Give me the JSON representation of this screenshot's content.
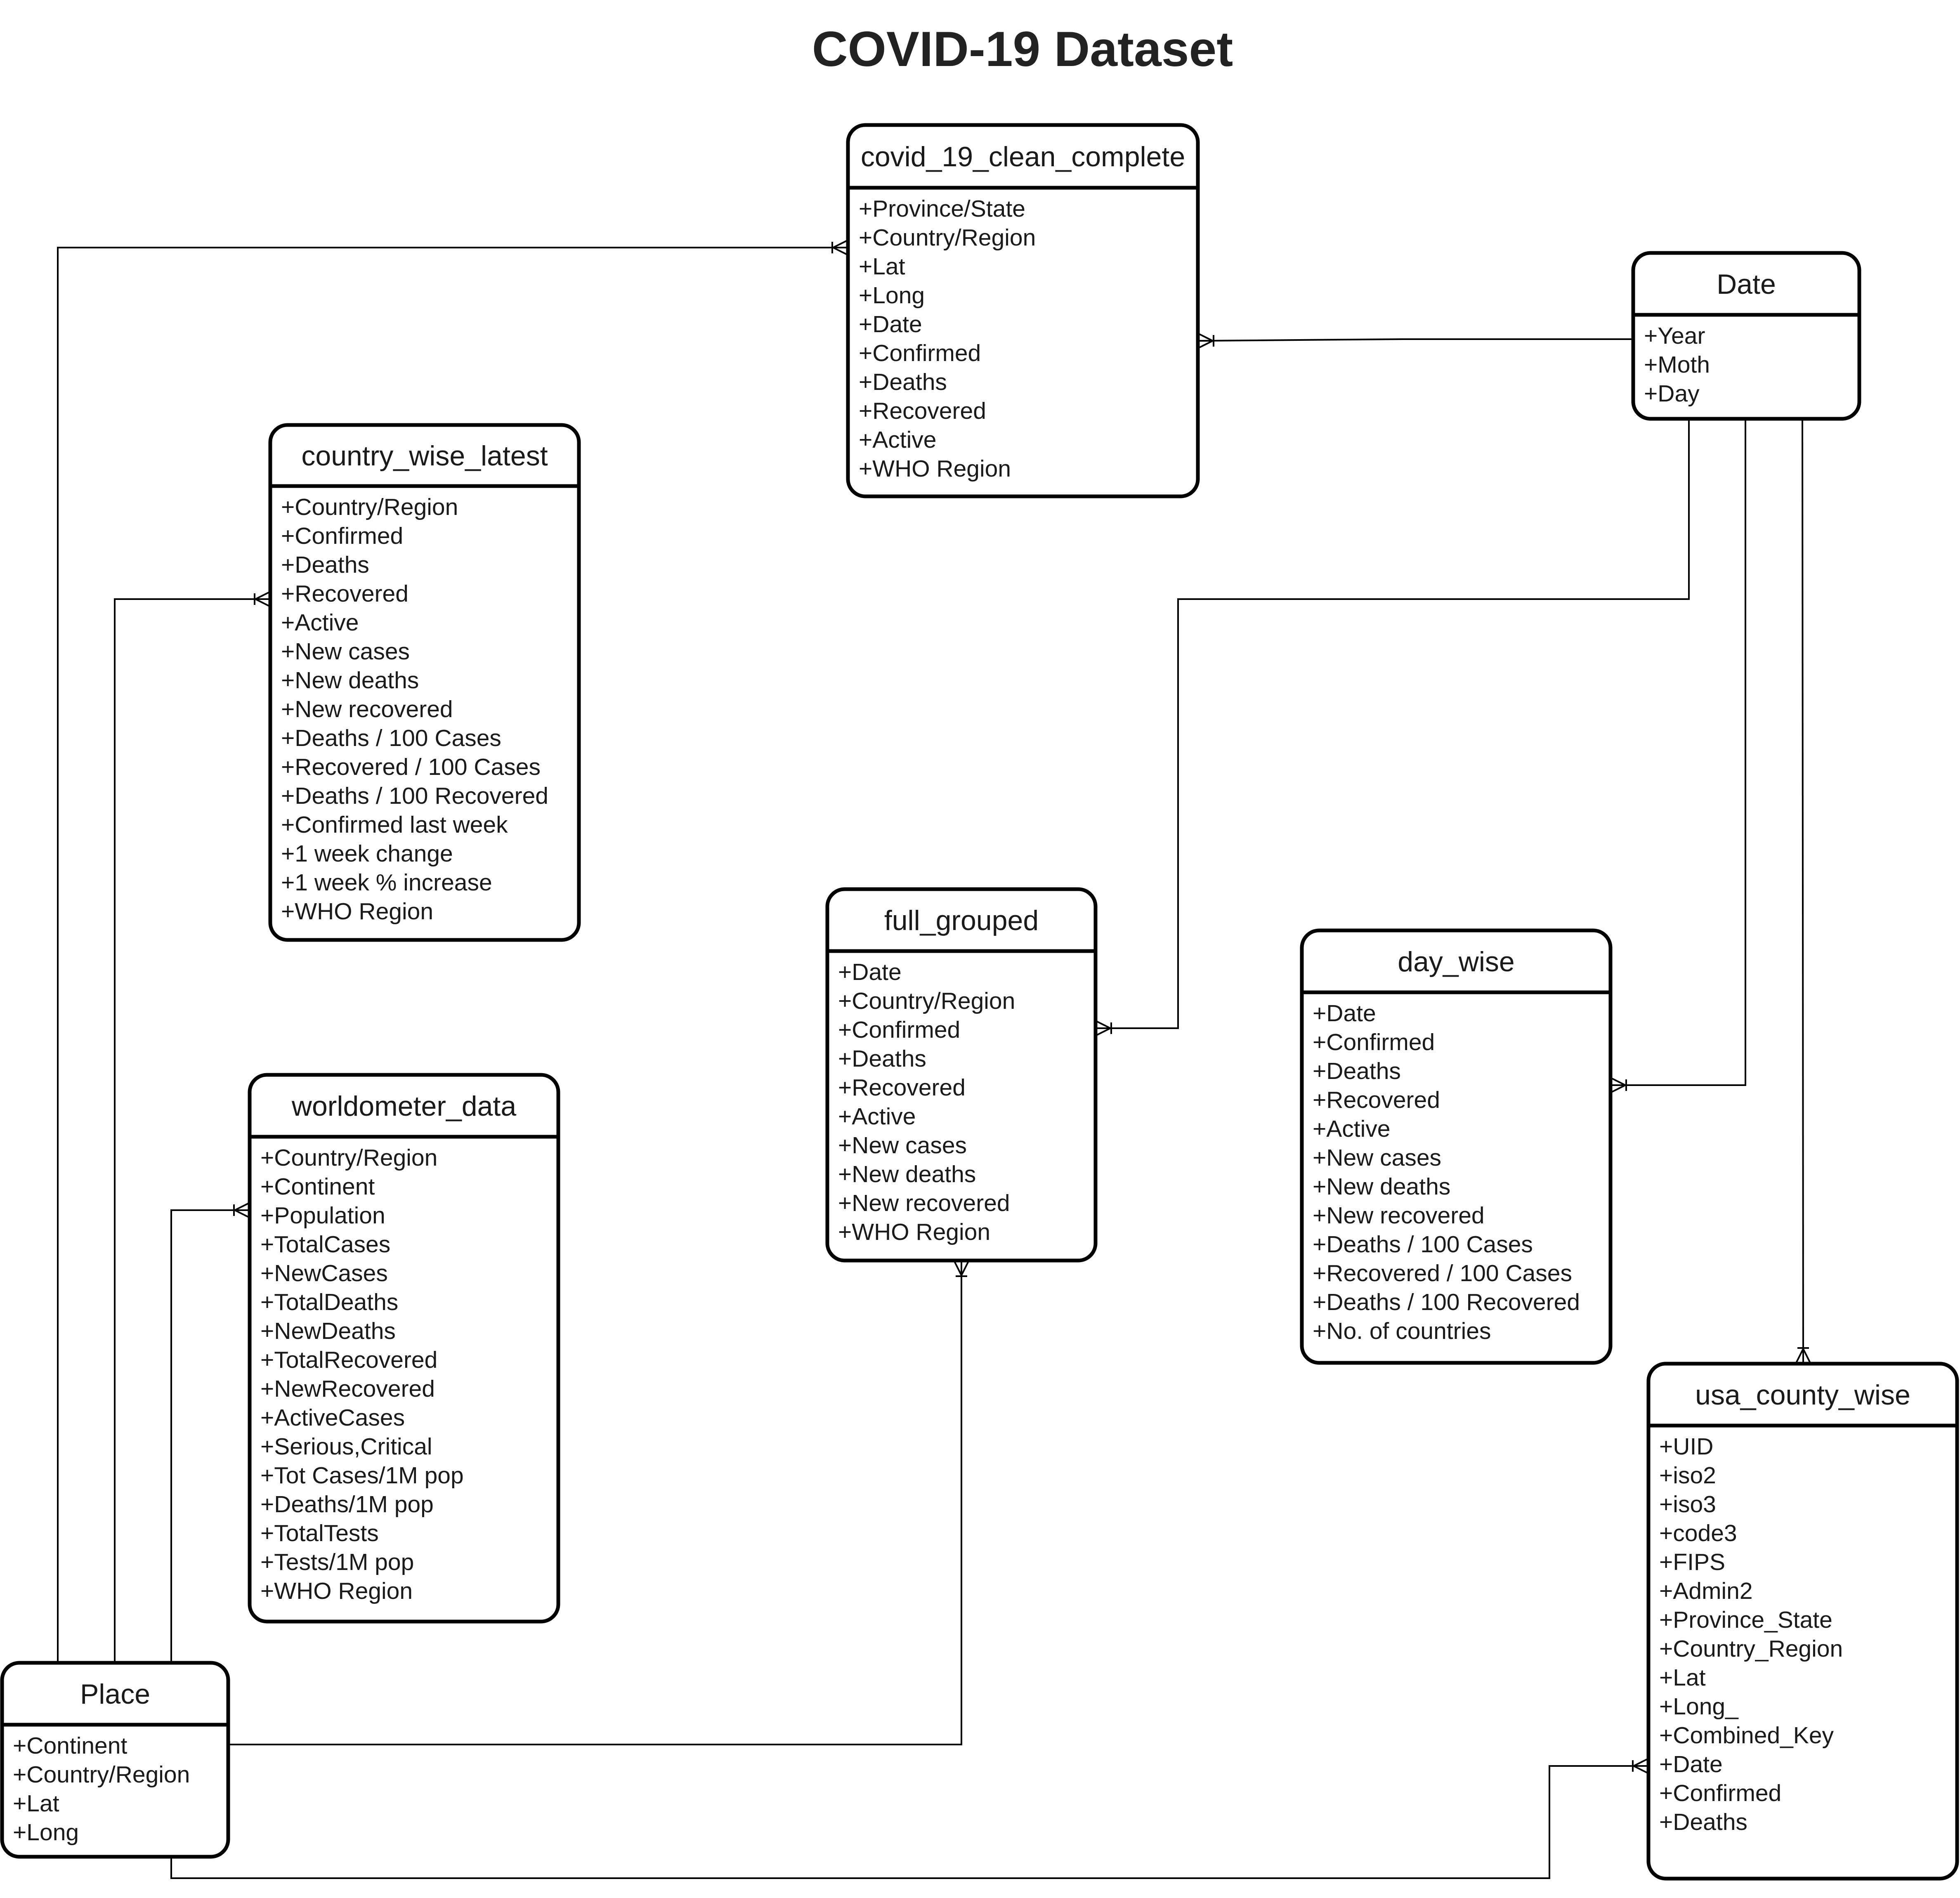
{
  "title": "COVID-19 Dataset",
  "colors": {
    "stroke": "#000000",
    "text": "#1a1a1a",
    "background": "#ffffff"
  },
  "entities": [
    {
      "id": "covid_19_clean_complete",
      "name": "covid_19_clean_complete",
      "fields": [
        "+Province/State",
        "+Country/Region",
        "+Lat",
        "+Long",
        "+Date",
        "+Confirmed",
        "+Deaths",
        "+Recovered",
        "+Active",
        "+WHO Region"
      ]
    },
    {
      "id": "date",
      "name": "Date",
      "fields": [
        "+Year",
        "+Moth",
        "+Day"
      ]
    },
    {
      "id": "country_wise_latest",
      "name": "country_wise_latest",
      "fields": [
        "+Country/Region",
        "+Confirmed",
        "+Deaths",
        "+Recovered",
        "+Active",
        "+New cases",
        "+New deaths",
        "+New recovered",
        "+Deaths / 100 Cases",
        "+Recovered / 100 Cases",
        "+Deaths / 100 Recovered",
        "+Confirmed last week",
        "+1 week change",
        "+1 week % increase",
        "+WHO Region"
      ]
    },
    {
      "id": "full_grouped",
      "name": "full_grouped",
      "fields": [
        "+Date",
        "+Country/Region",
        "+Confirmed",
        "+Deaths",
        "+Recovered",
        "+Active",
        "+New cases",
        "+New deaths",
        "+New recovered",
        "+WHO Region"
      ]
    },
    {
      "id": "day_wise",
      "name": "day_wise",
      "fields": [
        "+Date",
        "+Confirmed",
        "+Deaths",
        "+Recovered",
        "+Active",
        "+New cases",
        "+New deaths",
        "+New recovered",
        "+Deaths / 100 Cases",
        "+Recovered / 100 Cases",
        "+Deaths / 100 Recovered",
        "+No. of countries"
      ]
    },
    {
      "id": "worldometer_data",
      "name": "worldometer_data",
      "fields": [
        "+Country/Region",
        "+Continent",
        "+Population",
        "+TotalCases",
        "+NewCases",
        "+TotalDeaths",
        "+NewDeaths",
        "+TotalRecovered",
        "+NewRecovered",
        "+ActiveCases",
        "+Serious,Critical",
        "+Tot Cases/1M pop",
        "+Deaths/1M pop",
        "+TotalTests",
        "+Tests/1M pop",
        "+WHO Region"
      ]
    },
    {
      "id": "usa_county_wise",
      "name": "usa_county_wise",
      "fields": [
        "+UID",
        "+iso2",
        "+iso3",
        "+code3",
        "+FIPS",
        "+Admin2",
        "+Province_State",
        "+Country_Region",
        "+Lat",
        "+Long_",
        "+Combined_Key",
        "+Date",
        "+Confirmed",
        "+Deaths"
      ]
    },
    {
      "id": "place",
      "name": "Place",
      "fields": [
        "+Continent",
        "+Country/Region",
        "+Lat",
        "+Long"
      ]
    }
  ],
  "relationships": [
    {
      "from": "place",
      "to": "covid_19_clean_complete",
      "cardinality": "one-to-many"
    },
    {
      "from": "place",
      "to": "country_wise_latest",
      "cardinality": "one-to-many"
    },
    {
      "from": "place",
      "to": "worldometer_data",
      "cardinality": "one-to-many"
    },
    {
      "from": "place",
      "to": "full_grouped",
      "cardinality": "one-to-many"
    },
    {
      "from": "place",
      "to": "usa_county_wise",
      "cardinality": "one-to-many"
    },
    {
      "from": "date",
      "to": "covid_19_clean_complete",
      "cardinality": "one-to-many"
    },
    {
      "from": "date",
      "to": "full_grouped",
      "cardinality": "one-to-many"
    },
    {
      "from": "date",
      "to": "day_wise",
      "cardinality": "one-to-many"
    },
    {
      "from": "date",
      "to": "usa_county_wise",
      "cardinality": "one-to-many"
    }
  ]
}
